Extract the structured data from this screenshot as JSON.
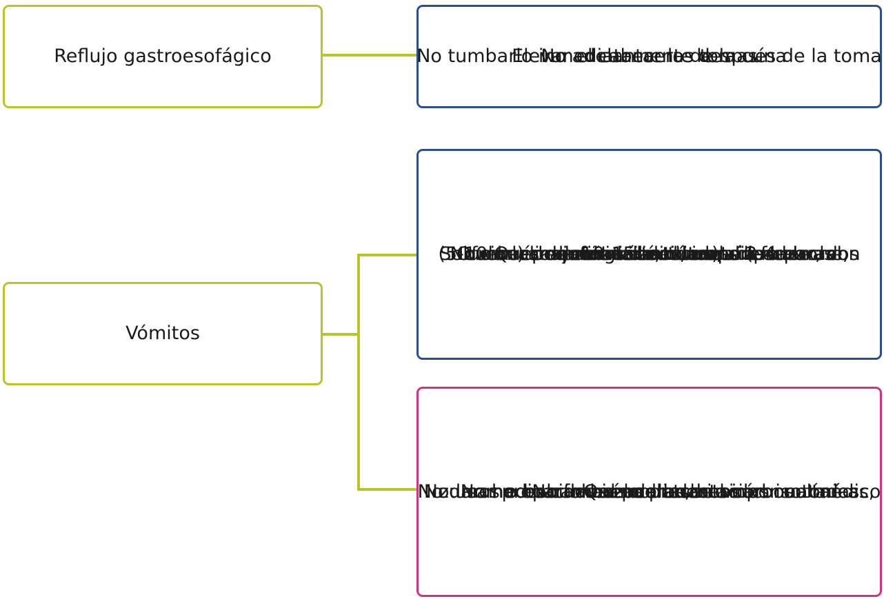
{
  "colors": {
    "topic_border": "#b9c425",
    "connector": "#b9c425",
    "do_border": "#2a4e92",
    "dont_border": "#d6307f"
  },
  "reflux": {
    "title": "Reflujo gastroesofágico",
    "advice": [
      "Elevar el cabecero de la cuna",
      "No adelantar las tomas",
      "No tumbarlo inmediatamente después de la toma"
    ]
  },
  "vomits": {
    "title": "Vómitos",
    "do": [
      "Qué hacer. Iniciar tolerancia oral:",
      "Soluciones de rehidratación oral (preparados",
      "farmacéuticos)",
      " Ofrecer pequeñas cantidades de sueroral",
      "(5-10 ml) cada 10-15 minutos, sin forzar, con",
      "cuchara o jeringuilla, durante 3-4 horas",
      "No dar alimentos sólidos, incluída la leche,",
      "durante ese tiempo"
    ],
    "dont": [
      "Qué no hacer:",
      "No forzar la alimentación",
      "No usar preparados caseros, bebidas isotónicas,",
      "zumos o bebidas azucaradas o carbonatadas",
      "No dar medicaciones no prescritas por un médico",
      "No hacer cambios de leche sin consultar",
      "al pediatra"
    ]
  }
}
